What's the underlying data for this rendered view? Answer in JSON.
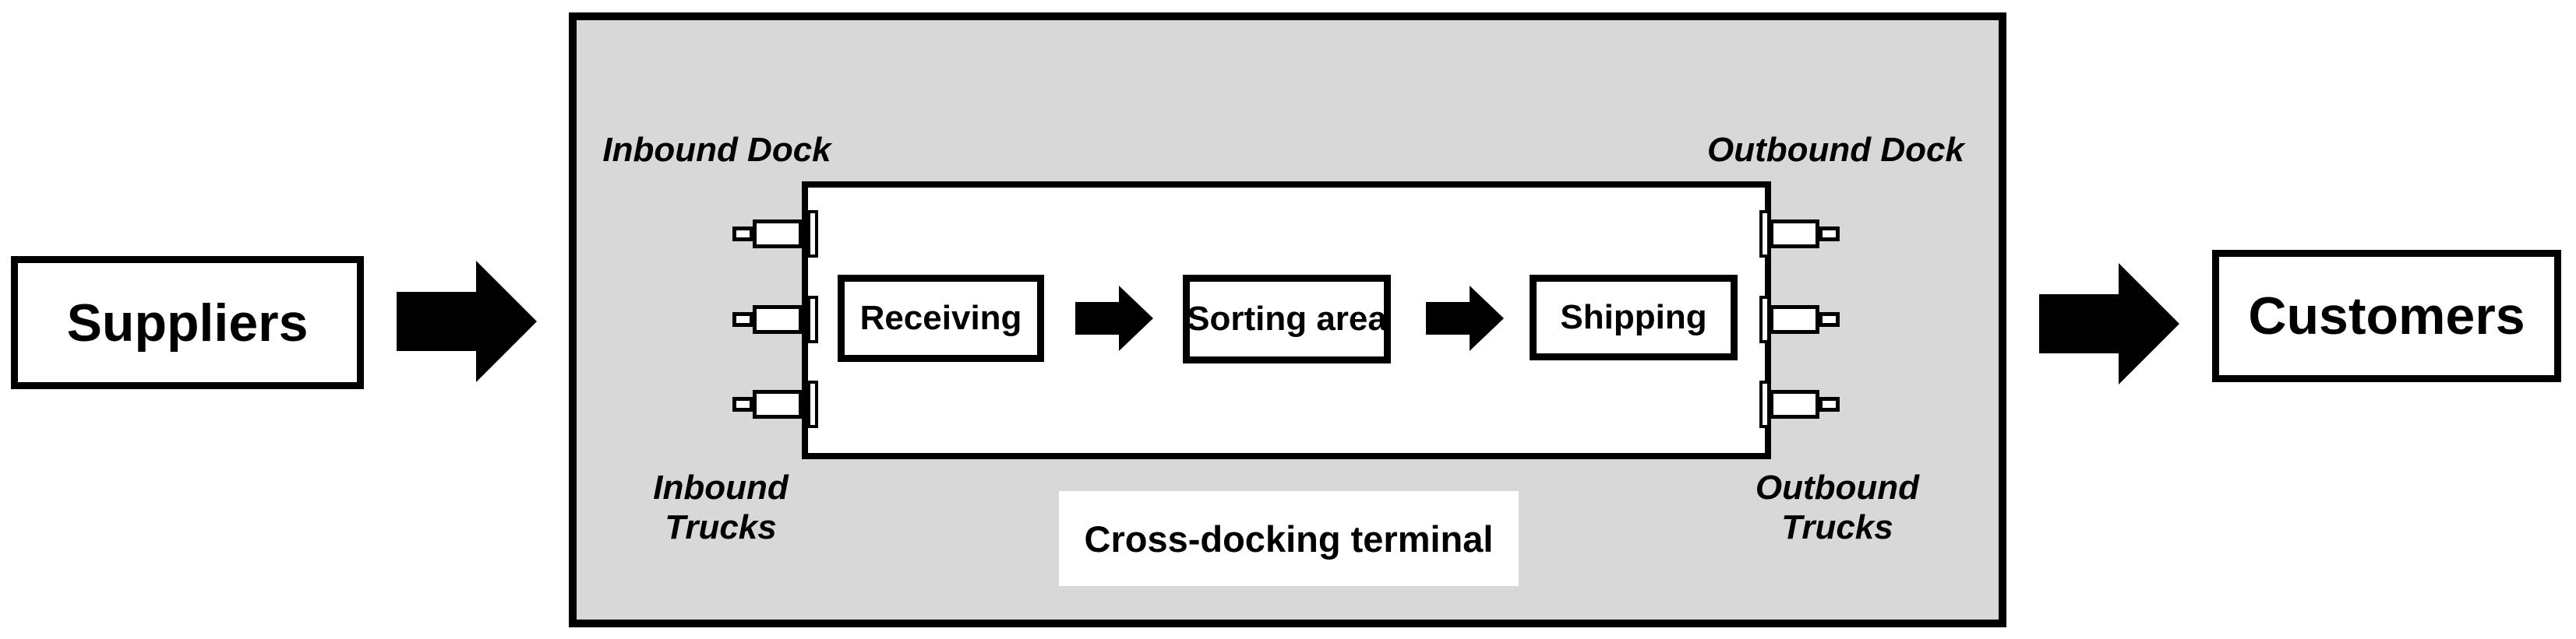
{
  "flow": {
    "suppliers_label": "Suppliers",
    "customers_label": "Customers"
  },
  "terminal": {
    "name_label": "Cross-docking terminal",
    "inbound_dock_label": "Inbound Dock",
    "outbound_dock_label": "Outbound Dock",
    "inbound_trucks_label": [
      "Inbound",
      "Trucks"
    ],
    "outbound_trucks_label": [
      "Outbound",
      "Trucks"
    ],
    "process_steps": [
      {
        "label": "Receiving"
      },
      {
        "label": "Sorting area"
      },
      {
        "label": "Shipping"
      }
    ],
    "dock_doors_per_side": 3
  },
  "colors": {
    "terminal_fill": "#d8d8d8",
    "line": "#000000",
    "background": "#ffffff"
  }
}
